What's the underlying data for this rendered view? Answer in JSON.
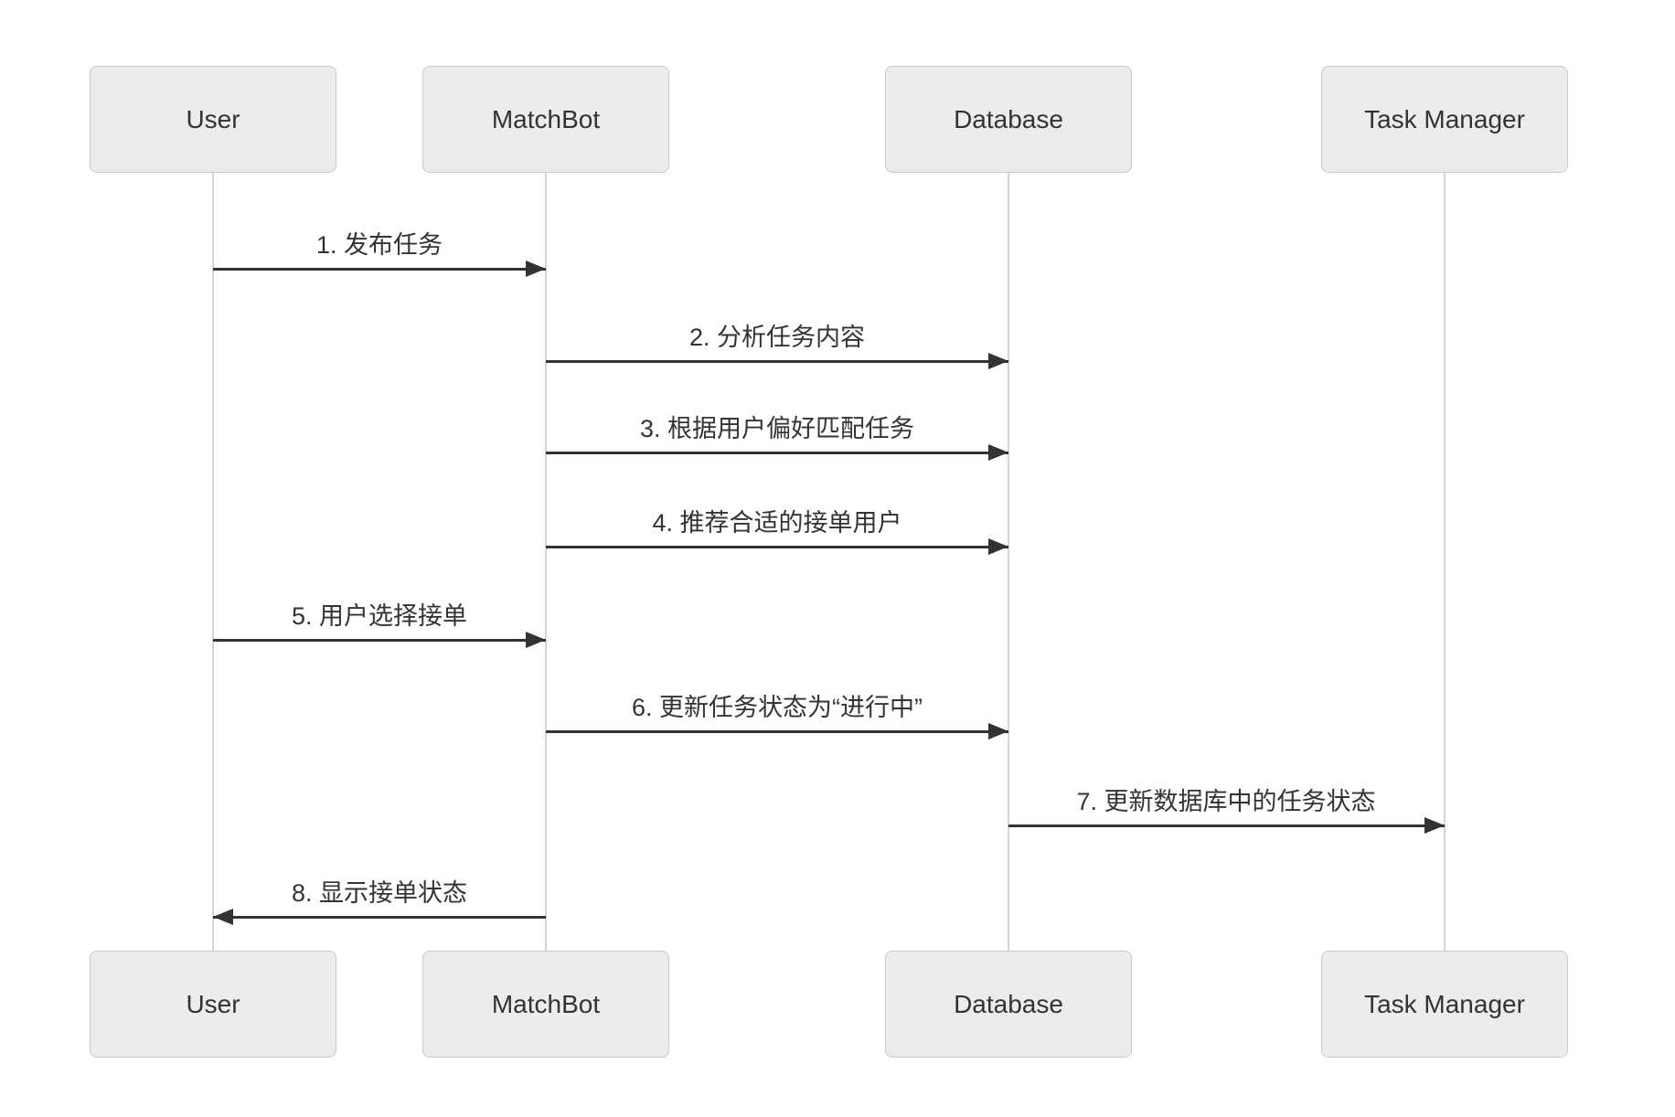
{
  "diagram": {
    "type": "sequence",
    "colors": {
      "background": "#ffffff",
      "actor_fill": "#ececec",
      "actor_border": "#c9c9c9",
      "actor_text": "#333333",
      "lifeline": "#d6d6d6",
      "message_line": "#333333",
      "message_text": "#333333"
    },
    "actors": [
      {
        "name": "User"
      },
      {
        "name": "MatchBot"
      },
      {
        "name": "Database"
      },
      {
        "name": "Task Manager"
      }
    ],
    "messages": [
      {
        "seq": "1",
        "from": "User",
        "to": "MatchBot",
        "direction": "right",
        "label": "1. 发布任务"
      },
      {
        "seq": "2",
        "from": "MatchBot",
        "to": "Database",
        "direction": "right",
        "label": "2. 分析任务内容"
      },
      {
        "seq": "3",
        "from": "MatchBot",
        "to": "Database",
        "direction": "right",
        "label": "3. 根据用户偏好匹配任务"
      },
      {
        "seq": "4",
        "from": "MatchBot",
        "to": "Database",
        "direction": "right",
        "label": "4. 推荐合适的接单用户"
      },
      {
        "seq": "5",
        "from": "User",
        "to": "MatchBot",
        "direction": "right",
        "label": "5. 用户选择接单"
      },
      {
        "seq": "6",
        "from": "MatchBot",
        "to": "Database",
        "direction": "right",
        "label": "6. 更新任务状态为“进行中”"
      },
      {
        "seq": "7",
        "from": "Database",
        "to": "Task Manager",
        "direction": "right",
        "label": "7. 更新数据库中的任务状态"
      },
      {
        "seq": "8",
        "from": "MatchBot",
        "to": "User",
        "direction": "left",
        "label": "8. 显示接单状态"
      }
    ]
  }
}
